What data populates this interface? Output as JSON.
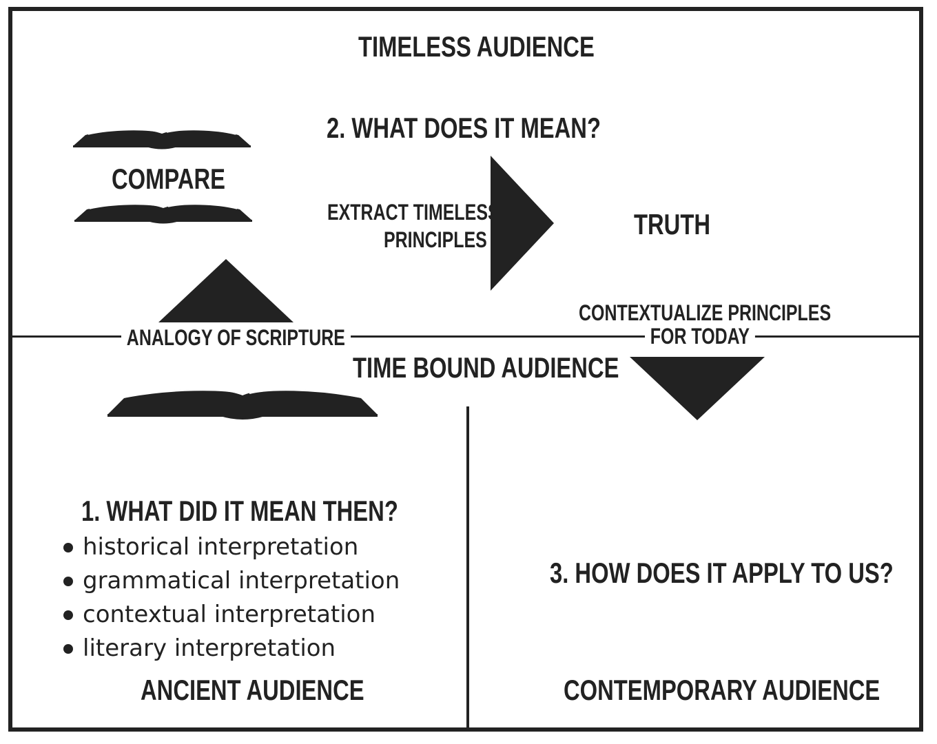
{
  "top_section": {
    "title": "TIMELESS AUDIENCE",
    "step2": "2. WHAT DOES IT MEAN?",
    "compare": "COMPARE",
    "extract_line1": "EXTRACT TIMELESS",
    "extract_line2": "PRINCIPLES",
    "truth": "TRUTH"
  },
  "divider": {
    "analogy": "ANALOGY OF SCRIPTURE",
    "contextualize_line1": "CONTEXTUALIZE PRINCIPLES",
    "contextualize_line2": "FOR TODAY",
    "time_bound": "TIME BOUND AUDIENCE"
  },
  "bottom_left": {
    "step1": "1. WHAT DID IT MEAN THEN?",
    "bullets": [
      "historical interpretation",
      "grammatical interpretation",
      "contextual interpretation",
      "literary interpretation"
    ],
    "audience": "ANCIENT AUDIENCE"
  },
  "bottom_right": {
    "step3": "3. HOW DOES IT APPLY TO US?",
    "audience": "CONTEMPORARY AUDIENCE"
  },
  "icons": [
    "open-book-icon",
    "arrow-up-icon",
    "arrow-right-icon",
    "arrow-down-icon"
  ]
}
